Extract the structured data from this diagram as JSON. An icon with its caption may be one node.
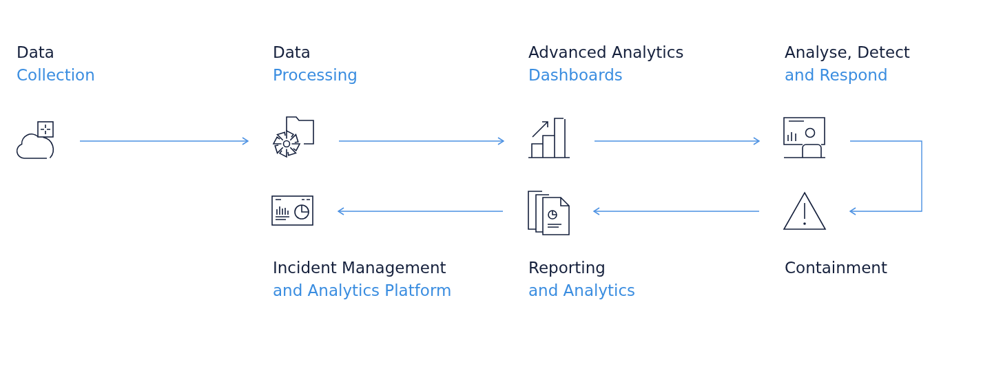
{
  "diagram": {
    "nodes": [
      {
        "text": [],
        "shape": "picture",
        "beside": [
          "Data",
          "Collection"
        ]
      },
      {
        "text": [],
        "shape": "picture",
        "beside": [
          "Data",
          "Processing"
        ]
      },
      {
        "text": [],
        "shape": "picture",
        "beside": [
          "Advanced Analytics",
          "Dashboards"
        ]
      },
      {
        "text": [],
        "shape": "picture",
        "beside": [
          "Analyse, Detect",
          "and Respond"
        ]
      },
      {
        "text": [],
        "shape": "picture",
        "beside": [
          "Incident Management",
          "and Analytics Platform"
        ]
      },
      {
        "text": [],
        "shape": "picture",
        "beside": [
          "Reporting",
          "and Analytics"
        ]
      },
      {
        "text": [],
        "shape": "picture",
        "beside": [
          "Containment"
        ]
      }
    ],
    "edges": [
      {
        "from": 0,
        "to": 1,
        "arrow": "to"
      },
      {
        "from": 1,
        "to": 2,
        "arrow": "to"
      },
      {
        "from": 2,
        "to": 3,
        "arrow": "to"
      },
      {
        "from": 3,
        "to": 6,
        "arrow": "to"
      },
      {
        "from": 6,
        "to": 5,
        "arrow": "to"
      },
      {
        "from": 5,
        "to": 4,
        "arrow": "to"
      }
    ]
  }
}
